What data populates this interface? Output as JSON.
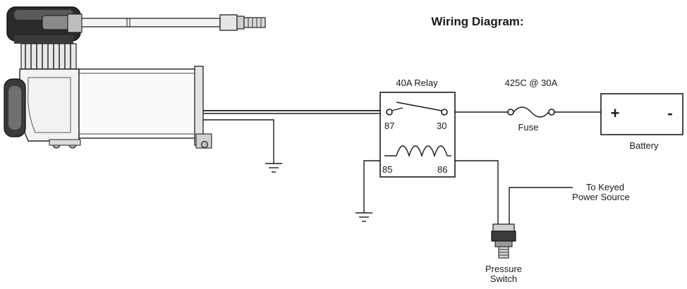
{
  "title": "Wiring Diagram:",
  "relay": {
    "label": "40A Relay",
    "pins": {
      "p87": "87",
      "p30": "30",
      "p85": "85",
      "p86": "86"
    }
  },
  "fuse": {
    "rating": "425C @ 30A",
    "label": "Fuse"
  },
  "battery": {
    "plus": "+",
    "minus": "-",
    "label": "Battery"
  },
  "keyed_source": {
    "line1": "To Keyed",
    "line2": "Power Source"
  },
  "pressure_switch": {
    "line1": "Pressure",
    "line2": "Switch"
  },
  "colors": {
    "ink": "#1a1a1a",
    "metal_dark": "#2a2a2a",
    "metal_mid": "#6e6e6e",
    "metal_light": "#d8d8d8"
  }
}
